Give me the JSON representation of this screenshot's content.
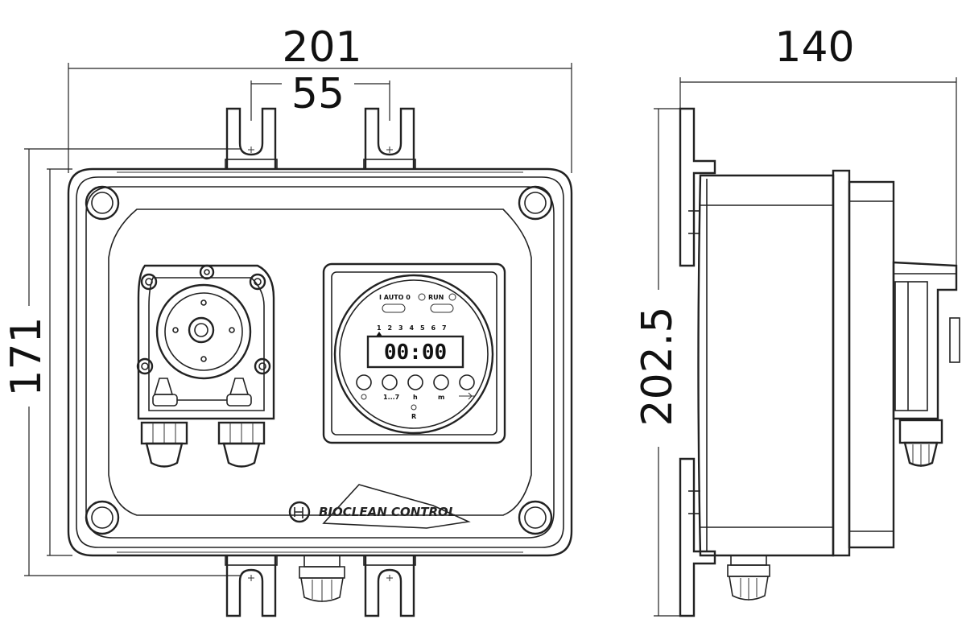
{
  "dimensions": {
    "width": "201",
    "bracket_spacing": "55",
    "height_front": "171",
    "depth": "140",
    "height_side": "202.5"
  },
  "brand": {
    "name": "BIOCLEAN CONTROL"
  },
  "timer": {
    "mode_label": "I AUTO 0",
    "run_label": "RUN",
    "days": [
      "1",
      "2",
      "3",
      "4",
      "5",
      "6",
      "7"
    ],
    "display": "00:00",
    "buttons": [
      "1...7",
      "h",
      "m",
      "R"
    ]
  },
  "colors": {
    "line": "#222222",
    "background": "#ffffff"
  }
}
